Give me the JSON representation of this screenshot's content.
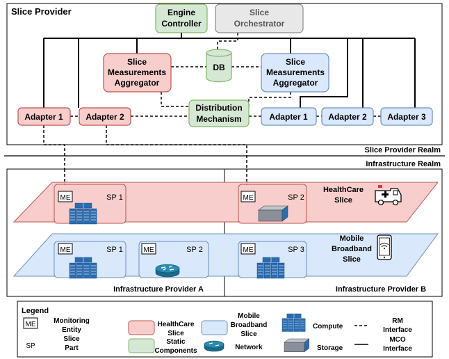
{
  "provider_title": "Slice Provider",
  "engine_controller": [
    "Engine",
    "Controller"
  ],
  "slice_orchestrator": [
    "Slice",
    "Orchestrator"
  ],
  "db_label": "DB",
  "aggregator_red": [
    "Slice",
    "Measurements",
    "Aggregator"
  ],
  "aggregator_blue": [
    "Slice",
    "Measurements",
    "Aggregator"
  ],
  "distribution": [
    "Distribution",
    "Mechanism"
  ],
  "adapters_red": [
    "Adapter 1",
    "Adapter 2"
  ],
  "adapters_blue": [
    "Adapter 1",
    "Adapter 2",
    "Adapter 3"
  ],
  "realm_provider": "Slice Provider Realm",
  "realm_infra": "Infrastructure Realm",
  "me_label": "ME",
  "sp_labels": {
    "hc_a": "SP 1",
    "hc_b": "SP 2",
    "mb_a1": "SP 1",
    "mb_a2": "SP 2",
    "mb_b": "SP 3"
  },
  "healthcare_slice": [
    "HealthCare",
    "Slice"
  ],
  "mobile_slice": [
    "Mobile",
    "Broadband",
    "Slice"
  ],
  "infra_a": "Infrastructure Provider A",
  "infra_b": "Infrastructure Provider B",
  "legend": {
    "title": "Legend",
    "me_box": "ME",
    "monitoring": [
      "Monitoring",
      "Entity"
    ],
    "sp_box": "SP",
    "slice_part": [
      "Slice",
      "Part"
    ],
    "healthcare": [
      "HealthCare",
      "Slice"
    ],
    "static": [
      "Static",
      "Components"
    ],
    "mobile": [
      "Mobile",
      "Broadband",
      "Slice"
    ],
    "network": "Network",
    "compute": "Compute",
    "storage": "Storage",
    "rm": [
      "RM",
      "Interface"
    ],
    "mco": [
      "MCO",
      "Interface"
    ]
  },
  "colors": {
    "red_fill": "#f8cecc",
    "red_stroke": "#b85450",
    "blue_fill": "#dae8fc",
    "blue_stroke": "#6c8ebf",
    "green_fill": "#d5e8d4",
    "green_stroke": "#82b366",
    "gray_fill": "#e8e8e8",
    "gray_stroke": "#888888",
    "compute": "#2b6cb0",
    "network": "#1b6a8a"
  },
  "icons": [
    "compute-icon",
    "storage-icon",
    "network-router-icon",
    "ambulance-icon",
    "smartphone-icon"
  ]
}
